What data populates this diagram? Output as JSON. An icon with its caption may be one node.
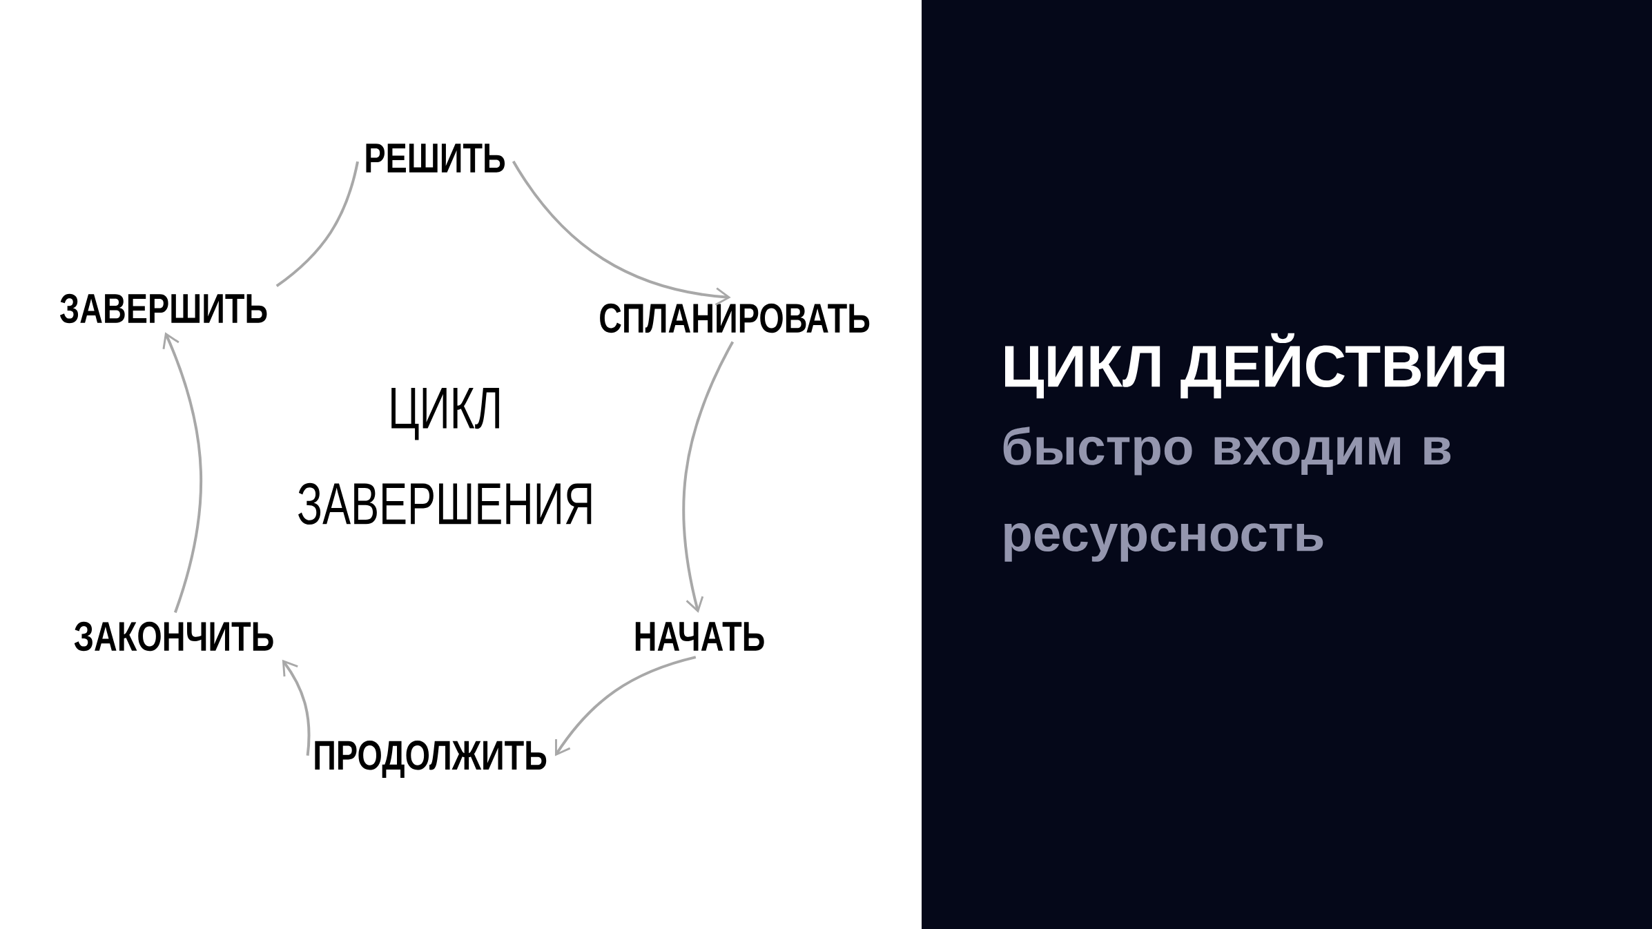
{
  "diagram": {
    "title": "ЦИКЛ ДЕЙСТВИЯ",
    "nodes": [
      {
        "text": [
          "РЕШИТЬ"
        ]
      },
      {
        "text": [
          "СПЛАНИРОВАТЬ"
        ]
      },
      {
        "text": [
          "НАЧАТЬ"
        ]
      },
      {
        "text": [
          "ПРОДОЛЖИТЬ"
        ]
      },
      {
        "text": [
          "ЗАКОНЧИТЬ"
        ]
      },
      {
        "text": [
          "ЗАВЕРШИТЬ"
        ]
      }
    ],
    "edges": [
      {
        "from": 0,
        "to": 1,
        "arrow": "to"
      },
      {
        "from": 1,
        "to": 2,
        "arrow": "to"
      },
      {
        "from": 2,
        "to": 3,
        "arrow": "to"
      },
      {
        "from": 3,
        "to": 4,
        "arrow": "to"
      },
      {
        "from": 4,
        "to": 5,
        "arrow": "to"
      },
      {
        "from": 5,
        "to": 0,
        "arrow": "none"
      }
    ],
    "labels": [
      "ЦИКЛ ЗАВЕРШЕНИЯ",
      "быстро входим в ресурсность"
    ]
  }
}
